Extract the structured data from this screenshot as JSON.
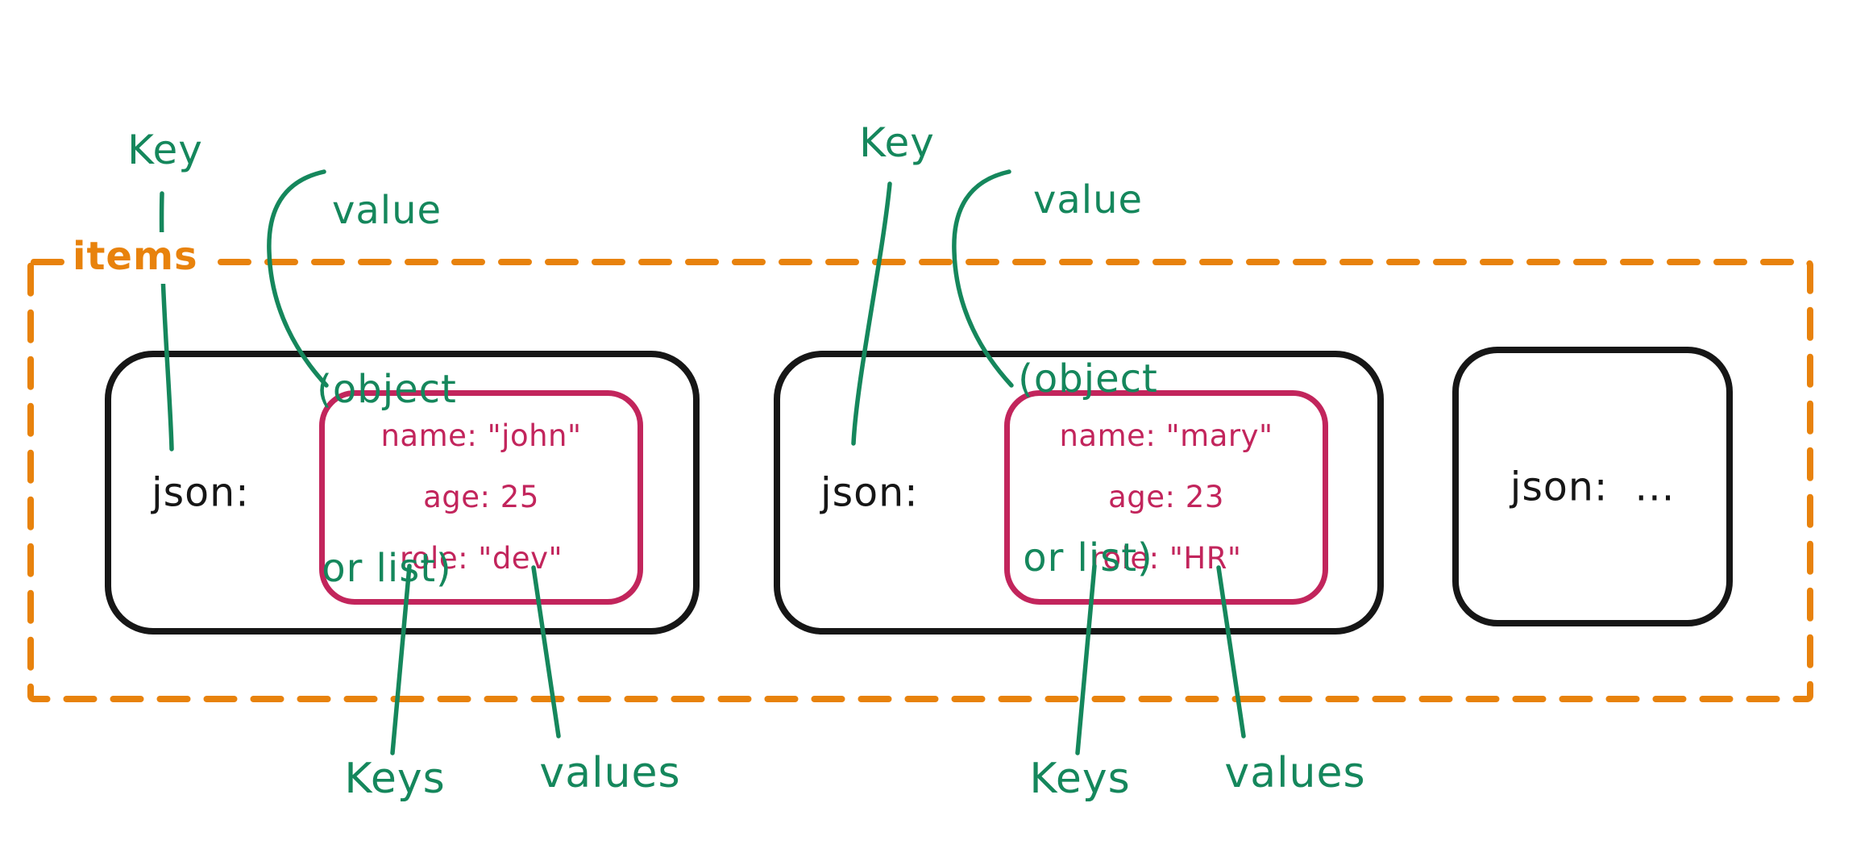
{
  "colors": {
    "green": "#15875c",
    "orange": "#e8820c",
    "crimson": "#c2255c",
    "ink": "#161616"
  },
  "diagram": {
    "items_label": "items",
    "annotations": [
      {
        "key": "Key",
        "value_lines": [
          "value",
          "(object",
          "or list)"
        ],
        "keys": "Keys",
        "values": "values"
      },
      {
        "key": "Key",
        "value_lines": [
          "value",
          "(object",
          "or list)"
        ],
        "keys": "Keys",
        "values": "values"
      }
    ],
    "cards": [
      {
        "key_text": "json:",
        "object_lines": [
          "name: \"john\"",
          "age: 25",
          "role: \"dev\""
        ]
      },
      {
        "key_text": "json:",
        "object_lines": [
          "name: \"mary\"",
          "age: 23",
          "role: \"HR\""
        ]
      },
      {
        "key_text": "json:  ..."
      }
    ]
  }
}
